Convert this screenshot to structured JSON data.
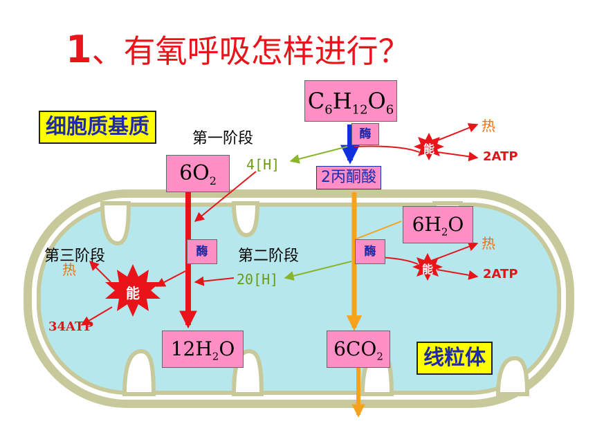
{
  "title": {
    "num": "1",
    "sep": "、",
    "text": "有氧呼吸怎样进行？"
  },
  "regions": {
    "cytoplasm": "细胞质基质",
    "mitochondria": "线粒体"
  },
  "stages": {
    "first": "第一阶段",
    "second": "第二阶段",
    "third": "第三阶段"
  },
  "molecules": {
    "glucose": {
      "base": "C",
      "s1": "6",
      "h": "H",
      "s2": "12",
      "o": "O",
      "s3": "6"
    },
    "pyruvate": "2丙酮酸",
    "oxygen": {
      "base": "6O",
      "sub": "2"
    },
    "water_in": {
      "base": "6H",
      "sub": "2",
      "tail": "O"
    },
    "water_out": {
      "base": "12H",
      "sub": "2",
      "tail": "O"
    },
    "co2": {
      "base": "6CO",
      "sub": "2"
    },
    "h4": "4[H]",
    "h20": "20[H]"
  },
  "enzyme": "酶",
  "energy": "能",
  "heat": "热",
  "atp": {
    "stage1": "2ATP",
    "stage2": "2ATP",
    "stage3": "34ATP"
  },
  "colors": {
    "title": "#e8141a",
    "mito_fill": "#b6e7ec",
    "mito_outer": "#c7c99a",
    "pink": "#ff8fc4",
    "yellow": "#ffff00",
    "blue_arrow": "#1030e0",
    "red_arrow": "#e8141a",
    "orange_arrow": "#f7a21b",
    "green": "#6b9a15"
  }
}
